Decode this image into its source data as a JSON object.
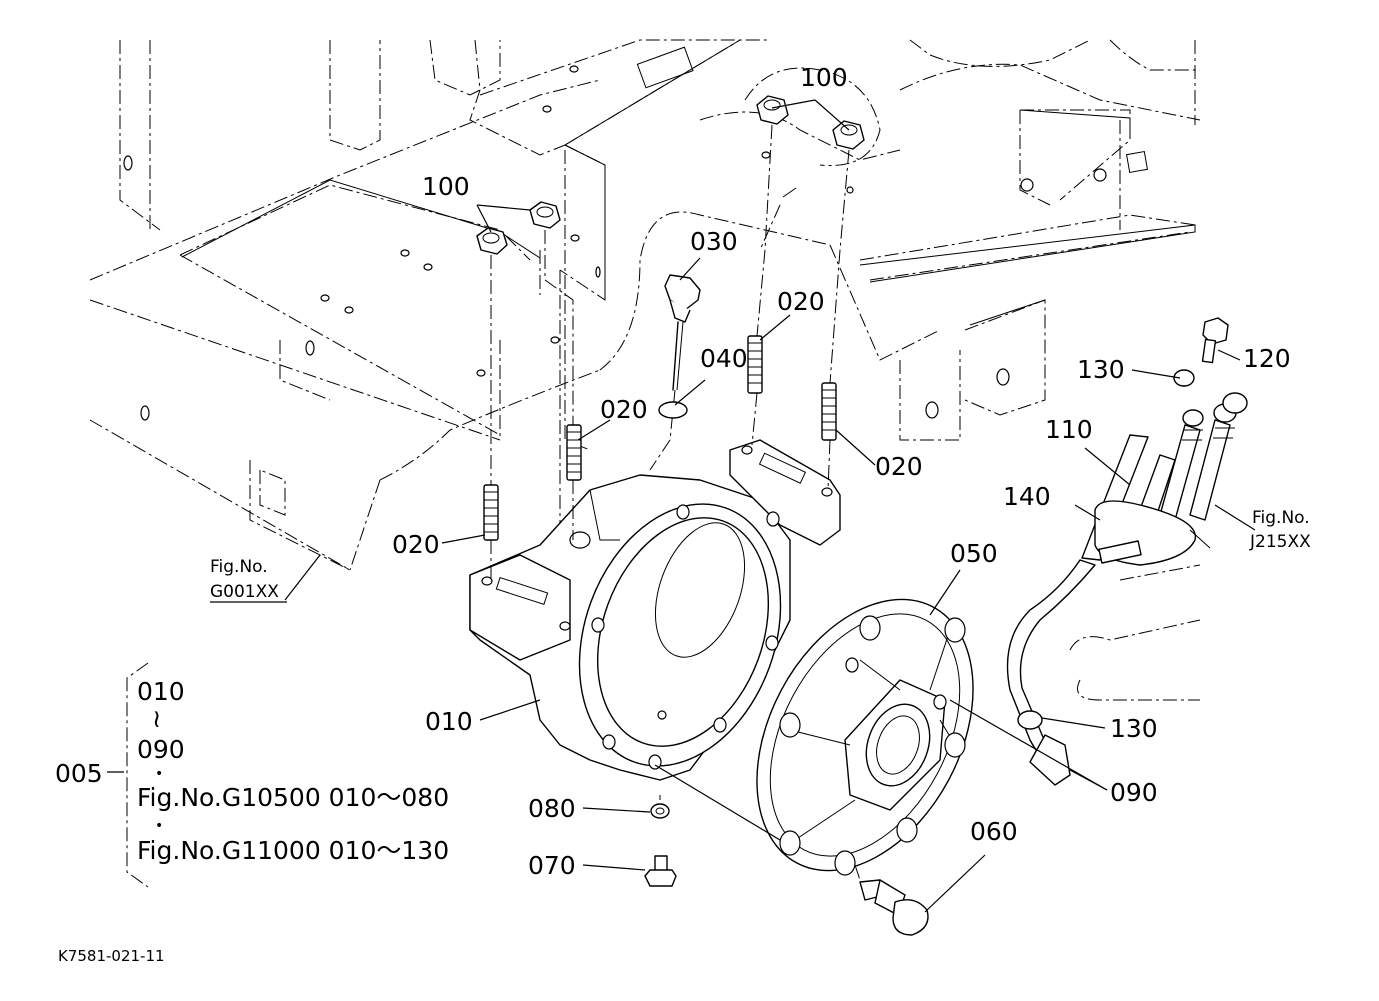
{
  "callouts": {
    "c100a": "100",
    "c100b": "100",
    "c030": "030",
    "c020a": "020",
    "c040": "040",
    "c020b": "020",
    "c020c": "020",
    "c020d": "020",
    "c120": "120",
    "c130a": "130",
    "c110": "110",
    "c140": "140",
    "c050": "050",
    "c010": "010",
    "c130b": "130",
    "c090": "090",
    "c080": "080",
    "c060": "060",
    "c070": "070"
  },
  "references": {
    "g001_line1": "Fig.No.",
    "g001_line2": "G001XX",
    "j215_line1": "Fig.No.",
    "j215_line2": "J215XX"
  },
  "legend": {
    "assembly": "005",
    "range_start": "010",
    "range_sep": "≀",
    "range_end": "090",
    "dot": "•",
    "fig1": "Fig.No.G10500  010～080",
    "fig2": "Fig.No.G11000  010～130"
  },
  "drawing_code": "K7581-021-11"
}
